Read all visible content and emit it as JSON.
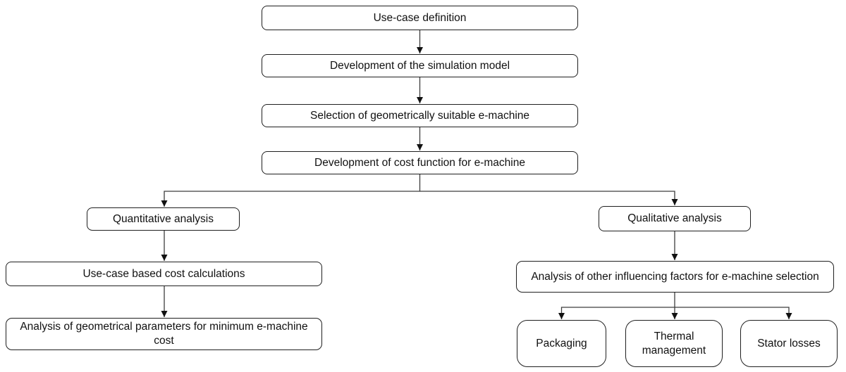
{
  "figure": {
    "type": "flowchart",
    "background_color": "#ffffff",
    "box_fill_color": "#ffffff",
    "box_border_color": "#1f1f1f",
    "connector_color": "#3d3d3d",
    "arrowhead_color": "#111111",
    "text_color": "#111111"
  },
  "nodes": {
    "use_case": "Use-case definition",
    "sim_model": "Development of the simulation model",
    "selection": "Selection of geometrically suitable e-machine",
    "cost_function": "Development of cost function for e-machine",
    "quantitative": "Quantitative analysis",
    "qualitative": "Qualitative analysis",
    "cost_calculations": "Use-case based cost calculations",
    "geo_parameters": "Analysis of geometrical parameters for minimum e-machine cost",
    "influencing_factors": "Analysis of other influencing factors for e-machine selection",
    "packaging": "Packaging",
    "thermal": "Thermal management",
    "stator_losses": "Stator losses"
  },
  "edges": [
    {
      "from": "use_case",
      "to": "sim_model"
    },
    {
      "from": "sim_model",
      "to": "selection"
    },
    {
      "from": "selection",
      "to": "cost_function"
    },
    {
      "from": "cost_function",
      "to": "quantitative"
    },
    {
      "from": "cost_function",
      "to": "qualitative"
    },
    {
      "from": "quantitative",
      "to": "cost_calculations"
    },
    {
      "from": "cost_calculations",
      "to": "geo_parameters"
    },
    {
      "from": "qualitative",
      "to": "influencing_factors"
    },
    {
      "from": "influencing_factors",
      "to": "packaging"
    },
    {
      "from": "influencing_factors",
      "to": "thermal"
    },
    {
      "from": "influencing_factors",
      "to": "stator_losses"
    }
  ]
}
